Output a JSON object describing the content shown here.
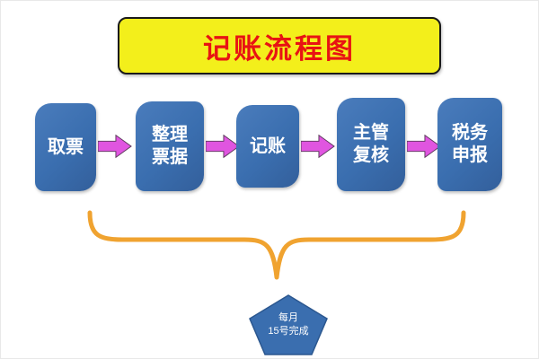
{
  "title": "记账流程图",
  "flow": {
    "steps": [
      {
        "label": "取票"
      },
      {
        "label": "整理\n票据"
      },
      {
        "label": "记账"
      },
      {
        "label": "主管\n复核"
      },
      {
        "label": "税务\n申报"
      }
    ]
  },
  "note": {
    "label": "每月\n15号完成"
  },
  "colors": {
    "box_blue": "#3a6eaf",
    "title_yellow": "#f3ef1b",
    "title_text_red": "#e81313",
    "arrow_magenta": "#e055e0",
    "brace_orange": "#f0a330",
    "pentagon_blue": "#3a6eaf"
  }
}
